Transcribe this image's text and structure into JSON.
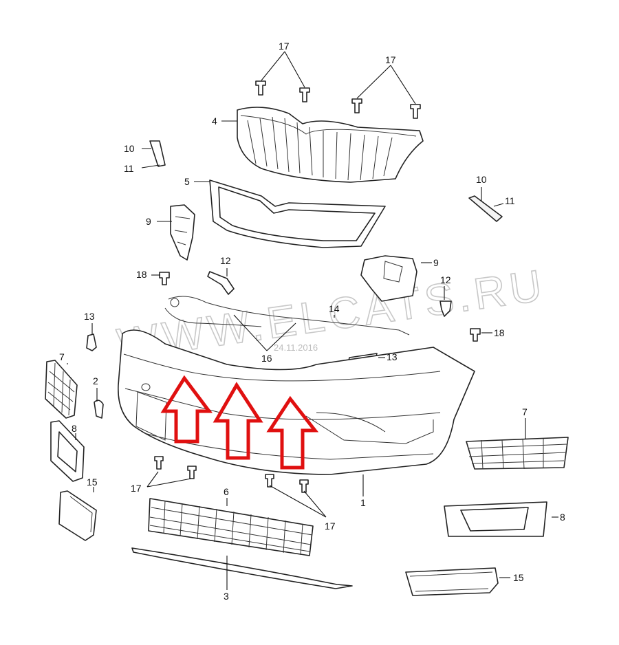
{
  "watermark": {
    "text": "WWW.ELCATS.RU",
    "date": "24.11.2016"
  },
  "callouts": {
    "c1": "1",
    "c3": "3",
    "c4": "4",
    "c5": "5",
    "c6": "6",
    "c2": "2",
    "c7": "7",
    "c8": "8",
    "c9": "9",
    "c10": "10",
    "c11": "11",
    "c12": "12",
    "c13": "13",
    "c14": "14",
    "c15": "15",
    "c16": "16",
    "c17": "17",
    "c18": "18"
  },
  "colors": {
    "highlight_arrow": "#e01010",
    "line": "#222222",
    "watermark": "#c8c8c8"
  }
}
